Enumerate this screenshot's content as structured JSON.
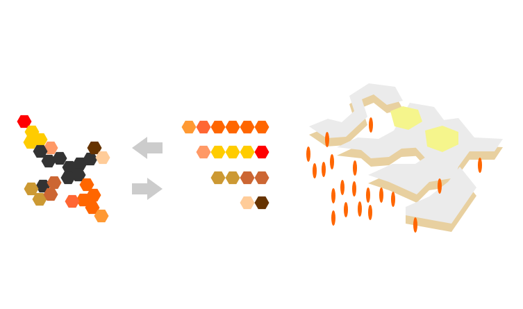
{
  "colors": {
    "red": "#FF0000",
    "yellow": "#FFCC00",
    "salmon": "#FF9966",
    "dark_gray": "#333333",
    "dark_brown": "#663300",
    "peach": "#FFCC99",
    "light_brown": "#CC9933",
    "rust": "#CC6633",
    "orange": "#FF6600",
    "coral": "#FF6633",
    "light_orange": "#FF9933",
    "arrow": "#CCCCCC",
    "slab_top": "#EBEBEB",
    "slab_side": "#E8D0A0",
    "ring_fill": "#F5F58C",
    "droplet": "#FF6600"
  },
  "fragment_rows": [
    [
      "light_orange",
      "coral",
      "orange",
      "orange",
      "orange",
      "orange"
    ],
    [
      "salmon",
      "yellow",
      "yellow",
      "yellow",
      "red"
    ],
    [
      "light_brown",
      "light_brown",
      "rust",
      "rust"
    ],
    [
      "peach",
      "dark_brown"
    ]
  ],
  "molecule_hexes": [
    "red",
    "yellow",
    "yellow",
    "yellow",
    "salmon",
    "dark_gray",
    "dark_gray",
    "dark_gray",
    "dark_gray",
    "dark_gray",
    "dark_gray",
    "dark_gray",
    "dark_gray",
    "dark_brown",
    "peach",
    "dark_gray",
    "light_brown",
    "light_brown",
    "rust",
    "rust",
    "orange",
    "orange",
    "orange",
    "orange",
    "coral",
    "light_orange"
  ],
  "arrows": [
    "left-arrow",
    "right-arrow"
  ]
}
